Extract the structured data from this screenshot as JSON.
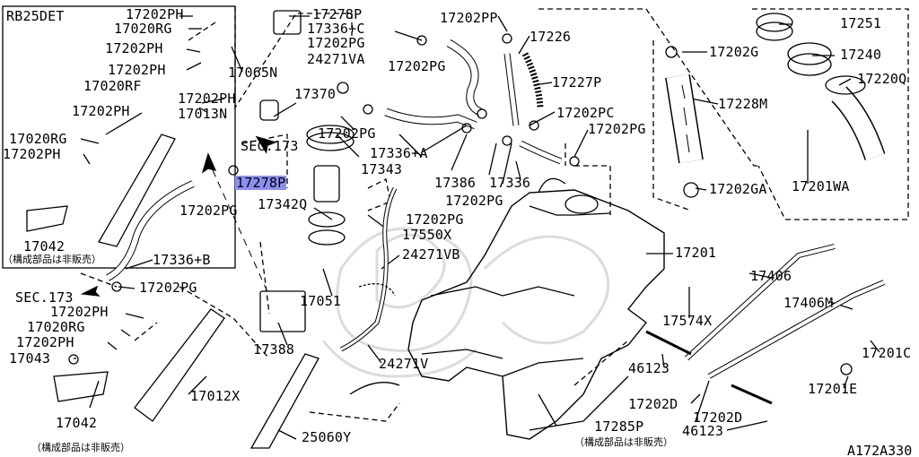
{
  "colors": {
    "line": "#000000",
    "highlight": "#8c8ff0",
    "watermark": "#d9d9d9",
    "background": "#ffffff"
  },
  "labels": {
    "engine": "RB25DET",
    "p17202PH": "17202PH",
    "p17020RG": "17020RG",
    "p17278P": "17278P",
    "p17336C": "17336+C",
    "p17202PG": "17202PG",
    "p17202PP": "17202PP",
    "p17226": "17226",
    "p17251": "17251",
    "p17240": "17240",
    "p17220Q": "17220Q",
    "p17202G": "17202G",
    "p17065N": "17065N",
    "p24271VA": "24271VA",
    "p17227P": "17227P",
    "p17020RF": "17020RF",
    "p17013N": "17013N",
    "p17370": "17370",
    "p17228M": "17228M",
    "p17202PC": "17202PC",
    "sec173": "SEC.173",
    "p17343": "17343",
    "p17336A": "17336+A",
    "p17386": "17386",
    "p17336": "17336",
    "p17201WA": "17201WA",
    "p17202GA": "17202GA",
    "p17342Q": "17342Q",
    "p17550X": "17550X",
    "p24271VB": "24271VB",
    "p17042": "17042",
    "p17336B": "17336+B",
    "p17201": "17201",
    "p17406": "17406",
    "p17406M": "17406M",
    "p17051": "17051",
    "p17574X": "17574X",
    "p17043": "17043",
    "p17388": "17388",
    "p24271V": "24271V",
    "p46123": "46123",
    "p17201C": "17201C",
    "p17012X": "17012X",
    "p17202D": "17202D",
    "p17201E": "17201E",
    "p17285P": "17285P",
    "p25060Y": "25060Y"
  },
  "notes": {
    "not_sold": "（構成部品は非販売）"
  },
  "diagram_code": "A172A330"
}
